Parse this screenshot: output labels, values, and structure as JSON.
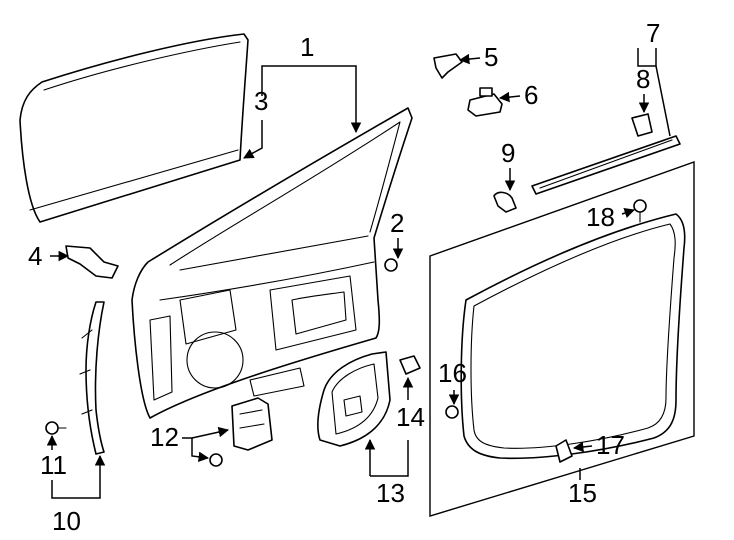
{
  "diagram": {
    "colors": {
      "line": "#000000",
      "background": "#ffffff"
    },
    "callouts": [
      {
        "id": "1",
        "text": "1"
      },
      {
        "id": "2",
        "text": "2"
      },
      {
        "id": "3",
        "text": "3"
      },
      {
        "id": "4",
        "text": "4"
      },
      {
        "id": "5",
        "text": "5"
      },
      {
        "id": "6",
        "text": "6"
      },
      {
        "id": "7",
        "text": "7"
      },
      {
        "id": "8",
        "text": "8"
      },
      {
        "id": "9",
        "text": "9"
      },
      {
        "id": "10",
        "text": "10"
      },
      {
        "id": "11",
        "text": "11"
      },
      {
        "id": "12",
        "text": "12"
      },
      {
        "id": "13",
        "text": "13"
      },
      {
        "id": "14",
        "text": "14"
      },
      {
        "id": "15",
        "text": "15"
      },
      {
        "id": "16",
        "text": "16"
      },
      {
        "id": "17",
        "text": "17"
      },
      {
        "id": "18",
        "text": "18"
      }
    ]
  }
}
